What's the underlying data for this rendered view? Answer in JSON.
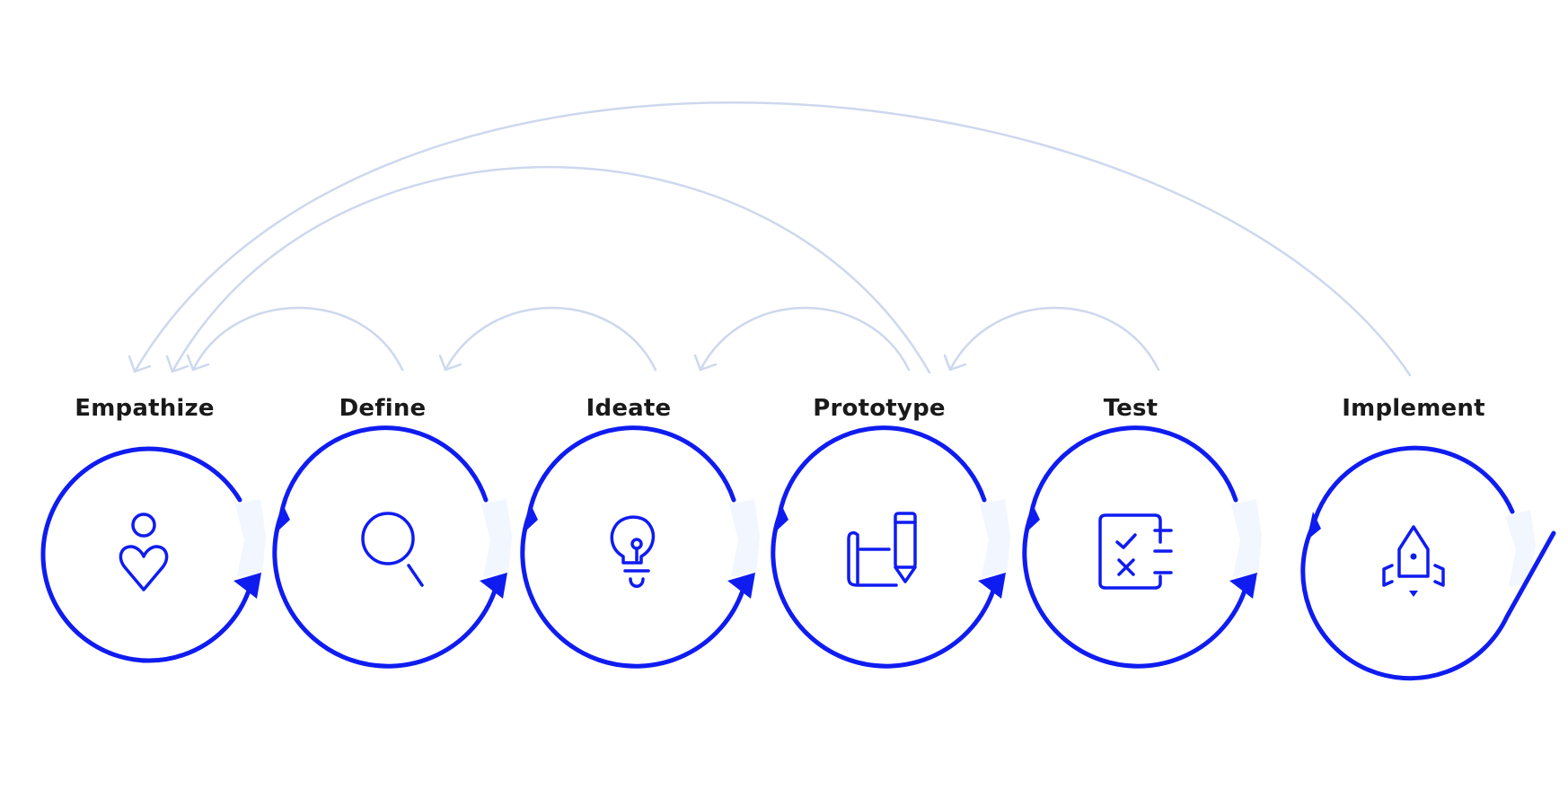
{
  "colors": {
    "ring": "#0f1cf0",
    "feedback_arrow": "#cdd8ee",
    "label_text": "#1a1a1a",
    "background": "#ffffff"
  },
  "stages": [
    {
      "label": "Empathize",
      "icon": "person-heart-icon"
    },
    {
      "label": "Define",
      "icon": "magnifier-icon"
    },
    {
      "label": "Ideate",
      "icon": "lightbulb-icon"
    },
    {
      "label": "Prototype",
      "icon": "blueprint-pencil-icon"
    },
    {
      "label": "Test",
      "icon": "checklist-icon"
    },
    {
      "label": "Implement",
      "icon": "rocket-icon"
    }
  ],
  "feedback_loops": [
    {
      "from": "Define",
      "to": "Empathize"
    },
    {
      "from": "Ideate",
      "to": "Define"
    },
    {
      "from": "Prototype",
      "to": "Ideate"
    },
    {
      "from": "Test",
      "to": "Prototype"
    },
    {
      "from": "Prototype",
      "to": "Empathize"
    },
    {
      "from": "Implement",
      "to": "Empathize"
    }
  ]
}
